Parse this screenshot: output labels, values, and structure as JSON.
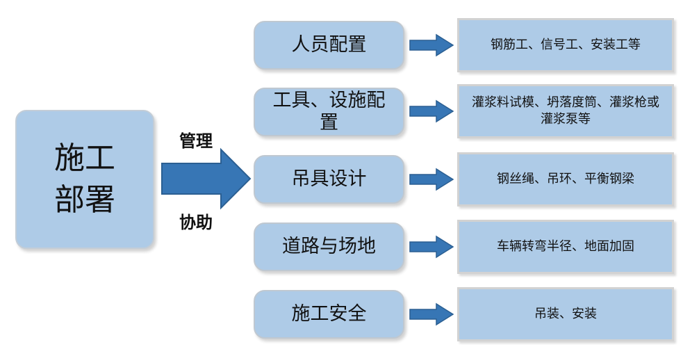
{
  "main": {
    "label": "施工部署"
  },
  "connector": {
    "top_label": "管理",
    "bottom_label": "协助"
  },
  "categories": [
    {
      "label": "人员配置",
      "detail": "钢筋工、信号工、安装工等"
    },
    {
      "label": "工具、设施配置",
      "detail": "灌浆料试模、坍落度筒、灌浆枪或灌浆泵等"
    },
    {
      "label": "吊具设计",
      "detail": "钢丝绳、吊环、平衡钢梁"
    },
    {
      "label": "道路与场地",
      "detail": "车辆转弯半径、地面加固"
    },
    {
      "label": "施工安全",
      "detail": "吊装、安装"
    }
  ],
  "colors": {
    "box_fill": "#aecbe7",
    "arrow_fill": "#3776b5",
    "arrow_stroke": "#2b5f92"
  }
}
